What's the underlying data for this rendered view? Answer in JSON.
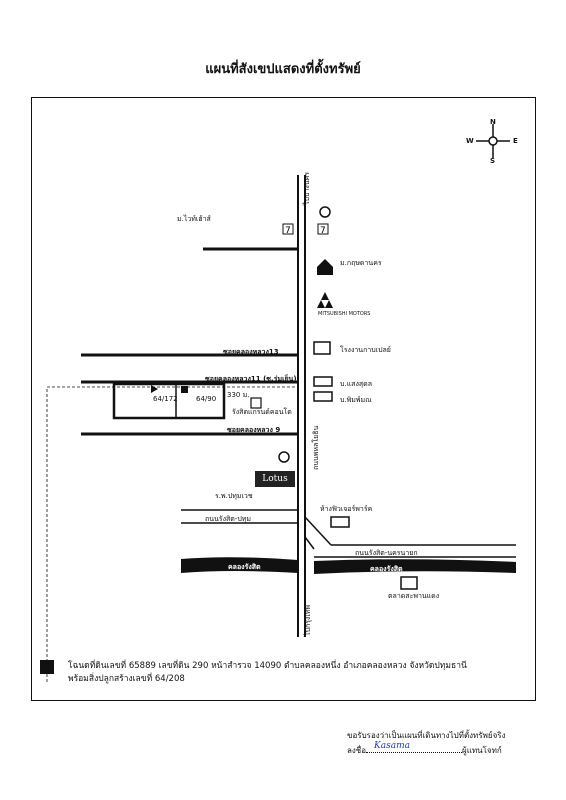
{
  "title": "แผนที่สังเขปแสดงที่ตั้งทรัพย์",
  "compass": {
    "n": "N",
    "s": "S",
    "e": "E",
    "w": "W"
  },
  "places": {
    "village_white_house": "ม.ไวท์เฮ้าส์",
    "village_kritsada": "ม.กฤษดานคร",
    "mitsubishi": "MITSUBISHI MOTORS",
    "factory": "โรงงานกาบเปลย์",
    "village_saensuk": "บ.แสงสุดล",
    "village_phimanmon": "บ.พิมพ์มณ",
    "kanlapaphruek": "รังสิตแกรนด์คอนโด",
    "hospital": "ร.พ.ปทุมเวช",
    "lotus": "Lotus",
    "future_park": "ห้างฟิวเจอร์พาร์ค",
    "market": "ตลาดสะพานแดง"
  },
  "roads": {
    "road_nakhon_left": "ไปบางนคร",
    "soi_13": "ซอยคลองหลวง13",
    "soi_11": "ซอยคลองหลวง11 (ซ.ร่มเย็น)",
    "soi_9": "ซอยคลองหลวง 9",
    "phahon": "ถนนพหลโยธิน",
    "rangsit_pathum": "ถนนรังสิต-ปทุม",
    "rangsit_nakhon": "ถนนรังสิต-นครนายก",
    "to_pathum": "ไปกรุงเทพ"
  },
  "canals": {
    "left": "คลองรังสิต",
    "right": "คลองรังสิต"
  },
  "parcel": {
    "left_no": "64/172",
    "right_no": "64/90",
    "distance": "330 ม."
  },
  "legend": {
    "line1": "โฉนดที่ดินเลขที่ 65889 เลขที่ดิน 290 หน้าสำรวจ 14090 ตำบลคลองหนึ่ง อำเภอคลองหลวง จังหวัดปทุมธานี",
    "line2": "พร้อมสิ่งปลูกสร้างเลขที่ 64/208"
  },
  "certify": {
    "line1": "ขอรับรองว่าเป็นแผนที่เดินทางไปที่ตั้งทรัพย์จริง",
    "sign_prefix": "ลงชื่อ",
    "signature": "Kasama",
    "sign_suffix": "ผู้แทนโจทก์"
  }
}
